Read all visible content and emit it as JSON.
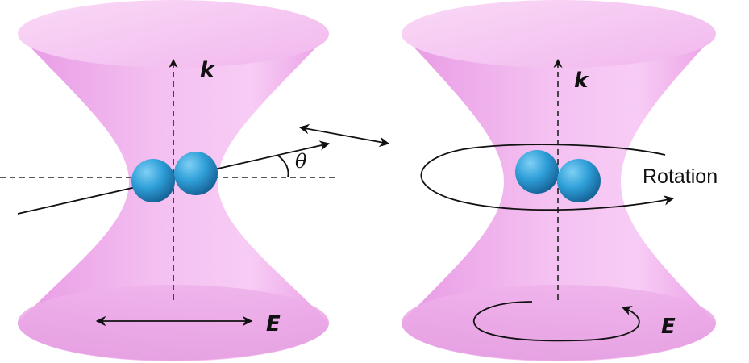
{
  "panels": [
    {
      "wavevector_label": "k",
      "field_label": "E",
      "angle_label": "θ",
      "polarization": "linear"
    },
    {
      "wavevector_label": "k",
      "field_label": "E",
      "rotation_label": "Rotation",
      "polarization": "circular"
    }
  ],
  "colors": {
    "beam": "#f2b3ee",
    "beam_edge": "#e48fe0",
    "atom": "#2f9fd8",
    "atom_dark": "#1a6fa8",
    "lines": "#111111"
  }
}
